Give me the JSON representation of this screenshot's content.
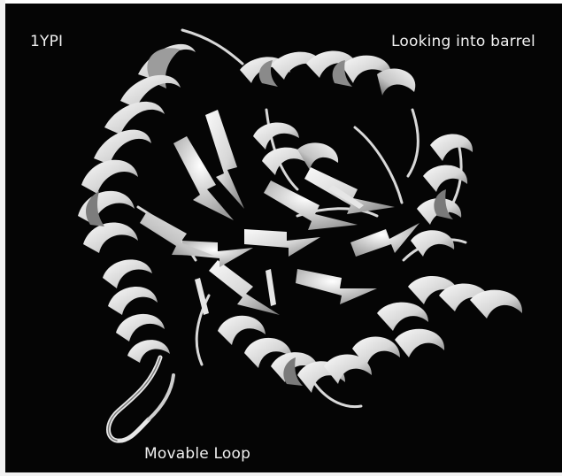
{
  "image": {
    "labels": {
      "structure_id": "1YPI",
      "view": "Looking into barrel",
      "loop": "Movable Loop"
    },
    "colors": {
      "background": "#050505",
      "ribbon_light": "#f4f4f4",
      "ribbon_mid": "#bdbdbd",
      "ribbon_dark": "#6e6e6e",
      "text": "#f0f0f0"
    }
  }
}
